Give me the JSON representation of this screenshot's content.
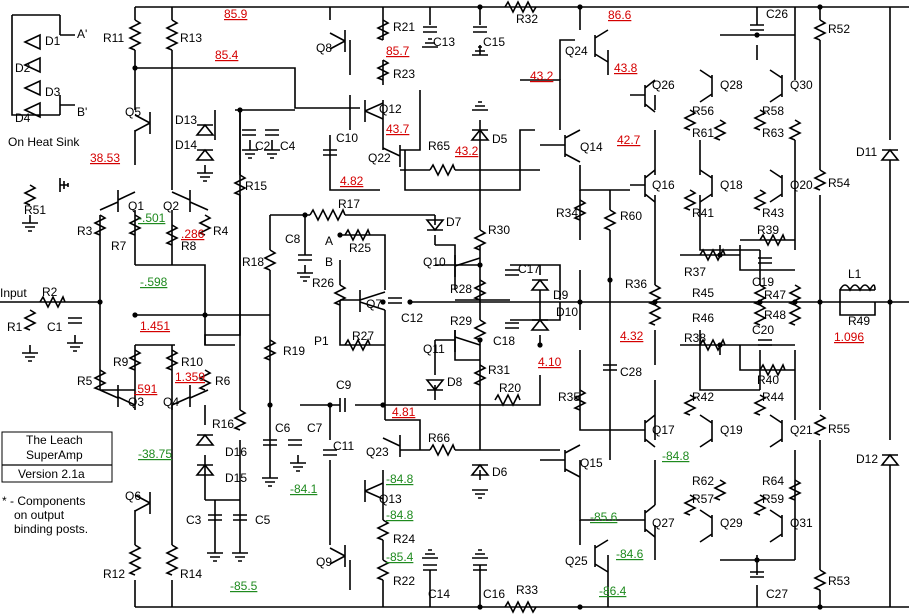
{
  "heatsink": {
    "diodes": [
      "D1",
      "D2",
      "D3",
      "D4"
    ],
    "terminal_a": "A'",
    "terminal_b": "B'",
    "caption": "On Heat Sink"
  },
  "title_box": {
    "line1": "The Leach",
    "line2": "SuperAmp",
    "version": "Version 2.1a"
  },
  "note": {
    "line1": "* - Components",
    "line2": "on output",
    "line3": "binding posts."
  },
  "input_label": "Input",
  "components": {
    "R1": "R1",
    "R2": "R2",
    "C1": "C1",
    "R3": "R3",
    "R4": "R4",
    "R5": "R5",
    "R6": "R6",
    "R7": "R7",
    "R8": "R8",
    "R9": "R9",
    "R10": "R10",
    "R11": "R11",
    "R12": "R12",
    "R13": "R13",
    "R14": "R14",
    "R15": "R15",
    "R16": "R16",
    "R17": "R17",
    "R18": "R18",
    "R19": "R19",
    "R20": "R20",
    "R21": "R21",
    "R22": "R22",
    "R23": "R23",
    "R24": "R24",
    "R25": "R25",
    "R26": "R26",
    "R27": "R27",
    "R28": "R28",
    "R29": "R29",
    "R30": "R30",
    "R31": "R31",
    "R32": "R32",
    "R33": "R33",
    "R34": "R34",
    "R35": "R35",
    "R36": "R36",
    "R37": "R37",
    "R38": "R38",
    "R39": "R39",
    "R40": "R40",
    "R41": "R41",
    "R42": "R42",
    "R43": "R43",
    "R44": "R44",
    "R45": "R45",
    "R46": "R46",
    "R47": "R47",
    "R48": "R48",
    "R49": "R49",
    "R51": "R51",
    "R52": "R52",
    "R53": "R53",
    "R54": "R54",
    "R55": "R55",
    "R56": "R56",
    "R57": "R57",
    "R58": "R58",
    "R59": "R59",
    "R60": "R60",
    "R61": "R61",
    "R62": "R62",
    "R63": "R63",
    "R64": "R64",
    "R65": "R65",
    "R66": "R66",
    "C2": "C2",
    "C3": "C3",
    "C4": "C4",
    "C5": "C5",
    "C6": "C6",
    "C7": "C7",
    "C8": "C8",
    "C9": "C9",
    "C10": "C10",
    "C11": "C11",
    "C12": "C12",
    "C13": "C13",
    "C14": "C14",
    "C15": "C15",
    "C16": "C16",
    "C17": "C17",
    "C18": "C18",
    "C19": "C19",
    "C20": "C20",
    "C26": "C26",
    "C27": "C27",
    "C28": "C28",
    "D5": "D5",
    "D6": "D6",
    "D7": "D7",
    "D8": "D8",
    "D9": "D9",
    "D10": "D10",
    "D11": "D11",
    "D12": "D12",
    "D13": "D13",
    "D14": "D14",
    "D15": "D15",
    "D16": "D16",
    "Q1": "Q1",
    "Q2": "Q2",
    "Q3": "Q3",
    "Q4": "Q4",
    "Q5": "Q5",
    "Q6": "Q6",
    "Q7": "Q7",
    "Q8": "Q8",
    "Q9": "Q9",
    "Q10": "Q10",
    "Q11": "Q11",
    "Q12": "Q12",
    "Q13": "Q13",
    "Q14": "Q14",
    "Q15": "Q15",
    "Q16": "Q16",
    "Q17": "Q17",
    "Q18": "Q18",
    "Q19": "Q19",
    "Q20": "Q20",
    "Q21": "Q21",
    "Q22": "Q22",
    "Q23": "Q23",
    "Q24": "Q24",
    "Q25": "Q25",
    "Q26": "Q26",
    "Q27": "Q27",
    "Q28": "Q28",
    "Q29": "Q29",
    "Q30": "Q30",
    "Q31": "Q31",
    "L1": "L1",
    "P1": "P1",
    "A": "A",
    "B": "B"
  },
  "voltages_red": {
    "v1": "85.9",
    "v2": "85.4",
    "v3": "85.7",
    "v4": "86.6",
    "v5": "43.8",
    "v6": "43.2",
    "v7": "43.7",
    "v8": "43.2",
    "v9": "42.7",
    "v10": "38.53",
    "v11": "4.82",
    "v12": ".286",
    "v13": "1.451",
    "v14": ".591",
    "v15": "1.359",
    "v16": "4.32",
    "v17": "4.10",
    "v18": "4.81",
    "v19": "1.096"
  },
  "voltages_green": {
    "g1": "-.501",
    "g2": "-.598",
    "g3": "-38.75",
    "g4": "-84.1",
    "g5": "-84.8",
    "g6": "-84.8",
    "g7": "-85.4",
    "g8": "-85.5",
    "g9": "-84.8",
    "g10": "-85.6",
    "g11": "-84.6",
    "g12": "-86.4"
  },
  "colors": {
    "positive_node": "#d40000",
    "negative_node": "#1f8a1f",
    "wire": "#000000"
  }
}
